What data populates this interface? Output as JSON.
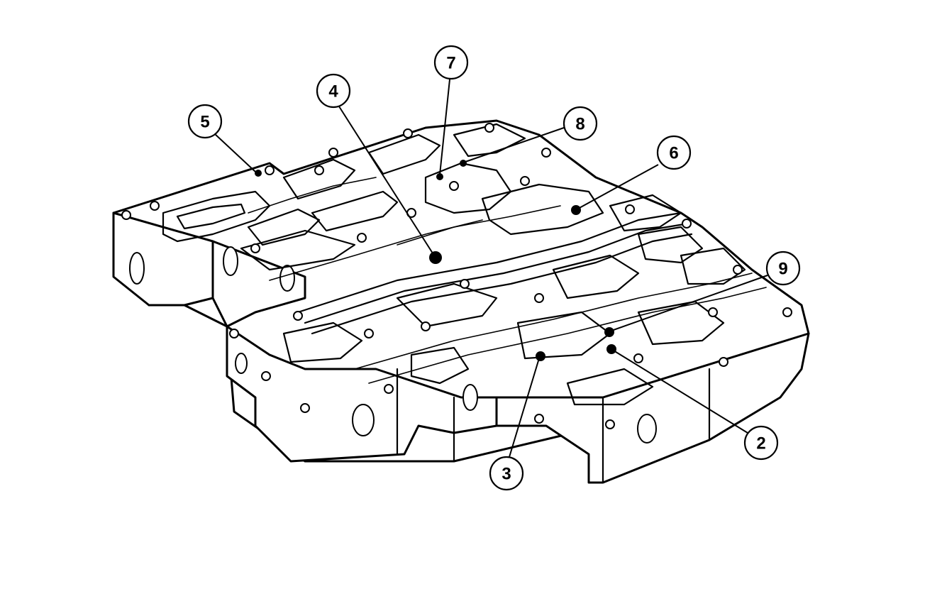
{
  "callouts": [
    {
      "label": "5"
    },
    {
      "label": "4"
    },
    {
      "label": "7"
    },
    {
      "label": "8"
    },
    {
      "label": "6"
    },
    {
      "label": "9"
    },
    {
      "label": "2"
    },
    {
      "label": "3"
    }
  ]
}
